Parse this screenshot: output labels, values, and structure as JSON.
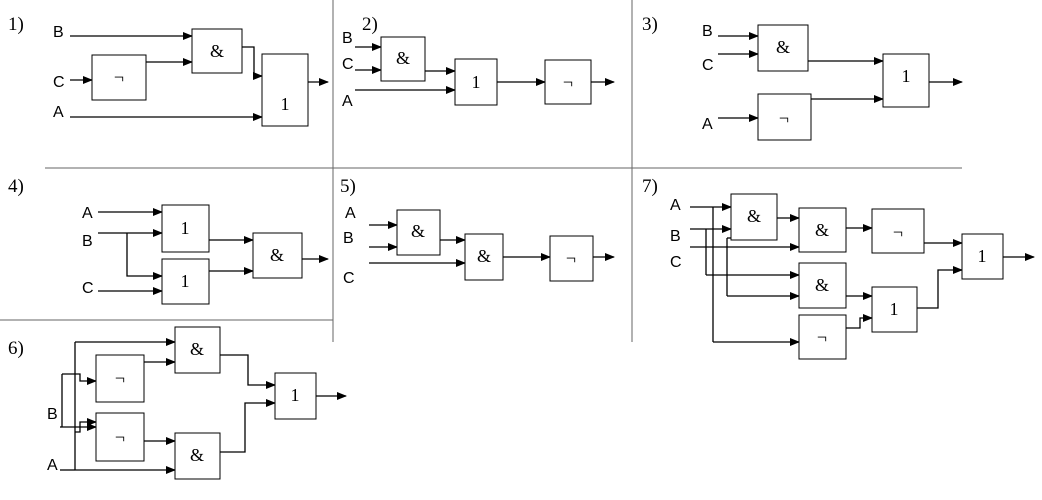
{
  "symbols": {
    "and": "&",
    "or": "1",
    "not": "¬"
  },
  "diagrams": [
    {
      "number": "1)",
      "inputs": [
        "B",
        "C",
        "A"
      ]
    },
    {
      "number": "2)",
      "inputs": [
        "B",
        "C",
        "A"
      ]
    },
    {
      "number": "3)",
      "inputs": [
        "B",
        "C",
        "A"
      ]
    },
    {
      "number": "4)",
      "inputs": [
        "A",
        "B",
        "C"
      ]
    },
    {
      "number": "5)",
      "inputs": [
        "A",
        "B",
        "C"
      ]
    },
    {
      "number": "6)",
      "inputs": [
        "B",
        "A"
      ]
    },
    {
      "number": "7)",
      "inputs": [
        "A",
        "B",
        "C"
      ]
    }
  ]
}
